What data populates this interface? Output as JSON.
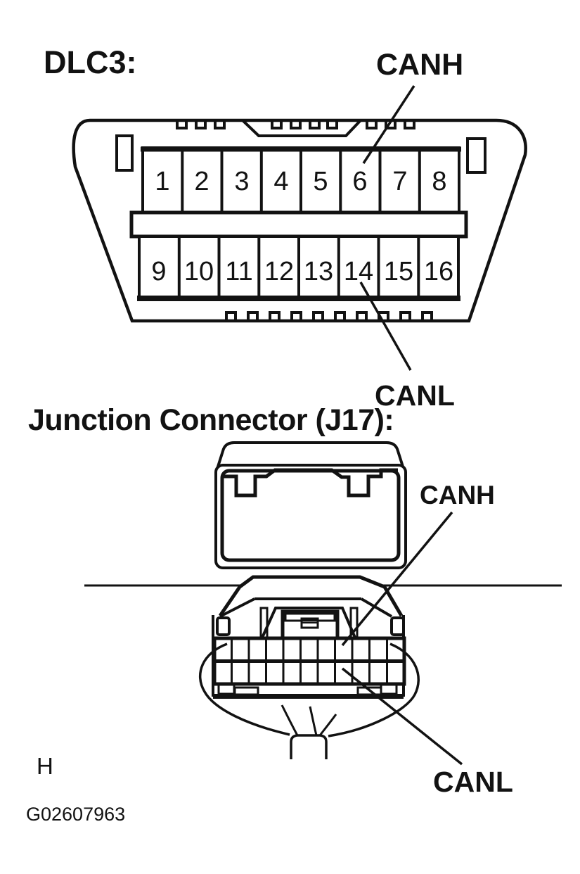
{
  "page": {
    "background": "#ffffff",
    "ink": "#121212"
  },
  "dlc3": {
    "title": "DLC3:",
    "canh_label": "CANH",
    "canl_label": "CANL",
    "canh_pin": "6",
    "canl_pin": "14",
    "pins_top": [
      "1",
      "2",
      "3",
      "4",
      "5",
      "6",
      "7",
      "8"
    ],
    "pins_bottom": [
      "9",
      "10",
      "11",
      "12",
      "13",
      "14",
      "15",
      "16"
    ]
  },
  "junction": {
    "title": "Junction Connector (J17):",
    "canh_label": "CANH",
    "canl_label": "CANL"
  },
  "footer": {
    "page_letter": "H",
    "figure_id": "G02607963"
  }
}
